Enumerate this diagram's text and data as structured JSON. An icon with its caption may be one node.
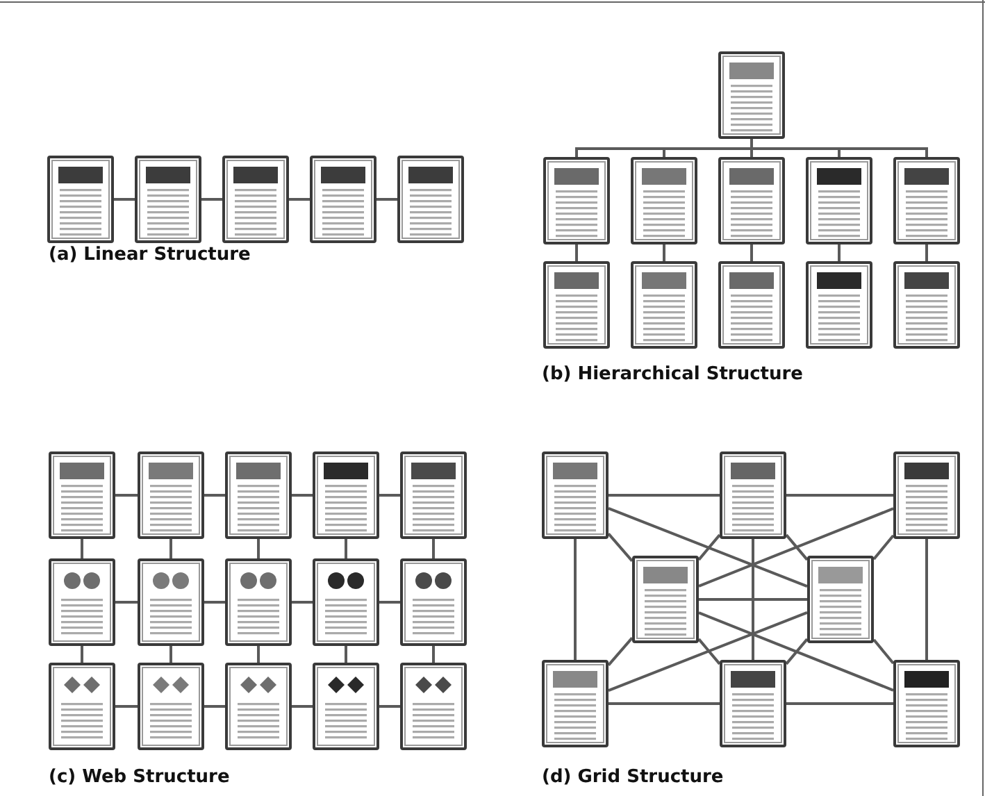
{
  "diagram": {
    "nodes": [
      {
        "text": [],
        "shape": "document"
      },
      {
        "text": [],
        "shape": "document"
      },
      {
        "text": [],
        "shape": "document"
      },
      {
        "text": [],
        "shape": "document"
      },
      {
        "text": [],
        "shape": "document"
      },
      {
        "text": [],
        "shape": "document"
      },
      {
        "text": [],
        "shape": "document"
      },
      {
        "text": [],
        "shape": "document"
      },
      {
        "text": [],
        "shape": "document"
      },
      {
        "text": [],
        "shape": "document"
      },
      {
        "text": [],
        "shape": "document"
      },
      {
        "text": [],
        "shape": "document"
      },
      {
        "text": [],
        "shape": "document"
      },
      {
        "text": [],
        "shape": "document"
      },
      {
        "text": [],
        "shape": "document"
      },
      {
        "text": [],
        "shape": "document"
      },
      {
        "text": [],
        "shape": "document"
      },
      {
        "text": [],
        "shape": "document"
      },
      {
        "text": [],
        "shape": "document"
      },
      {
        "text": [],
        "shape": "document"
      },
      {
        "text": [],
        "shape": "document"
      },
      {
        "text": [],
        "shape": "document"
      },
      {
        "text": [],
        "shape": "document"
      },
      {
        "text": [],
        "shape": "document"
      },
      {
        "text": [],
        "shape": "document"
      },
      {
        "text": [],
        "shape": "document"
      },
      {
        "text": [],
        "shape": "document"
      },
      {
        "text": [],
        "shape": "document"
      },
      {
        "text": [],
        "shape": "document"
      },
      {
        "text": [],
        "shape": "document"
      },
      {
        "text": [],
        "shape": "document"
      },
      {
        "text": [],
        "shape": "document"
      },
      {
        "text": [],
        "shape": "document"
      },
      {
        "text": [],
        "shape": "document"
      },
      {
        "text": [],
        "shape": "document"
      },
      {
        "text": [],
        "shape": "document"
      },
      {
        "text": [],
        "shape": "document"
      },
      {
        "text": [],
        "shape": "document"
      },
      {
        "text": [],
        "shape": "document"
      }
    ],
    "edges": [
      {
        "from": 0,
        "to": 1,
        "arrow": "none"
      },
      {
        "from": 1,
        "to": 2,
        "arrow": "none"
      },
      {
        "from": 2,
        "to": 3,
        "arrow": "none"
      },
      {
        "from": 3,
        "to": 4,
        "arrow": "none"
      },
      {
        "from": 5,
        "to": 6,
        "arrow": "none"
      },
      {
        "from": 5,
        "to": 7,
        "arrow": "none"
      },
      {
        "from": 5,
        "to": 8,
        "arrow": "none"
      },
      {
        "from": 5,
        "to": 9,
        "arrow": "none"
      },
      {
        "from": 5,
        "to": 10,
        "arrow": "none"
      },
      {
        "from": 6,
        "to": 11,
        "arrow": "none"
      },
      {
        "from": 7,
        "to": 12,
        "arrow": "none"
      },
      {
        "from": 8,
        "to": 13,
        "arrow": "none"
      },
      {
        "from": 9,
        "to": 14,
        "arrow": "none"
      },
      {
        "from": 10,
        "to": 15,
        "arrow": "none"
      },
      {
        "from": 16,
        "to": 17,
        "arrow": "none"
      },
      {
        "from": 17,
        "to": 18,
        "arrow": "none"
      },
      {
        "from": 18,
        "to": 19,
        "arrow": "none"
      },
      {
        "from": 19,
        "to": 20,
        "arrow": "none"
      },
      {
        "from": 21,
        "to": 22,
        "arrow": "none"
      },
      {
        "from": 22,
        "to": 23,
        "arrow": "none"
      },
      {
        "from": 23,
        "to": 24,
        "arrow": "none"
      },
      {
        "from": 24,
        "to": 25,
        "arrow": "none"
      },
      {
        "from": 26,
        "to": 27,
        "arrow": "none"
      },
      {
        "from": 27,
        "to": 28,
        "arrow": "none"
      },
      {
        "from": 28,
        "to": 29,
        "arrow": "none"
      },
      {
        "from": 29,
        "to": 30,
        "arrow": "none"
      },
      {
        "from": 16,
        "to": 21,
        "arrow": "none"
      },
      {
        "from": 17,
        "to": 22,
        "arrow": "none"
      },
      {
        "from": 18,
        "to": 23,
        "arrow": "none"
      },
      {
        "from": 19,
        "to": 24,
        "arrow": "none"
      },
      {
        "from": 20,
        "to": 25,
        "arrow": "none"
      },
      {
        "from": 21,
        "to": 26,
        "arrow": "none"
      },
      {
        "from": 22,
        "to": 27,
        "arrow": "none"
      },
      {
        "from": 23,
        "to": 28,
        "arrow": "none"
      },
      {
        "from": 24,
        "to": 29,
        "arrow": "none"
      },
      {
        "from": 25,
        "to": 30,
        "arrow": "none"
      },
      {
        "from": 31,
        "to": 32,
        "arrow": "none"
      },
      {
        "from": 32,
        "to": 33,
        "arrow": "none"
      },
      {
        "from": 36,
        "to": 37,
        "arrow": "none"
      },
      {
        "from": 37,
        "to": 38,
        "arrow": "none"
      },
      {
        "from": 31,
        "to": 36,
        "arrow": "none"
      },
      {
        "from": 32,
        "to": 37,
        "arrow": "none"
      },
      {
        "from": 33,
        "to": 38,
        "arrow": "none"
      },
      {
        "from": 34,
        "to": 35,
        "arrow": "none"
      },
      {
        "from": 31,
        "to": 34,
        "arrow": "none"
      },
      {
        "from": 32,
        "to": 34,
        "arrow": "none"
      },
      {
        "from": 32,
        "to": 35,
        "arrow": "none"
      },
      {
        "from": 33,
        "to": 35,
        "arrow": "none"
      },
      {
        "from": 36,
        "to": 34,
        "arrow": "none"
      },
      {
        "from": 37,
        "to": 34,
        "arrow": "none"
      },
      {
        "from": 37,
        "to": 35,
        "arrow": "none"
      },
      {
        "from": 38,
        "to": 35,
        "arrow": "none"
      },
      {
        "from": 31,
        "to": 35,
        "arrow": "none"
      },
      {
        "from": 33,
        "to": 34,
        "arrow": "none"
      },
      {
        "from": 36,
        "to": 35,
        "arrow": "none"
      },
      {
        "from": 38,
        "to": 34,
        "arrow": "none"
      }
    ],
    "labels": [
      "(a) Linear Structure",
      "(b) Hierarchical Structure",
      "(c) Web Structure",
      "(d) Grid Structure"
    ]
  }
}
